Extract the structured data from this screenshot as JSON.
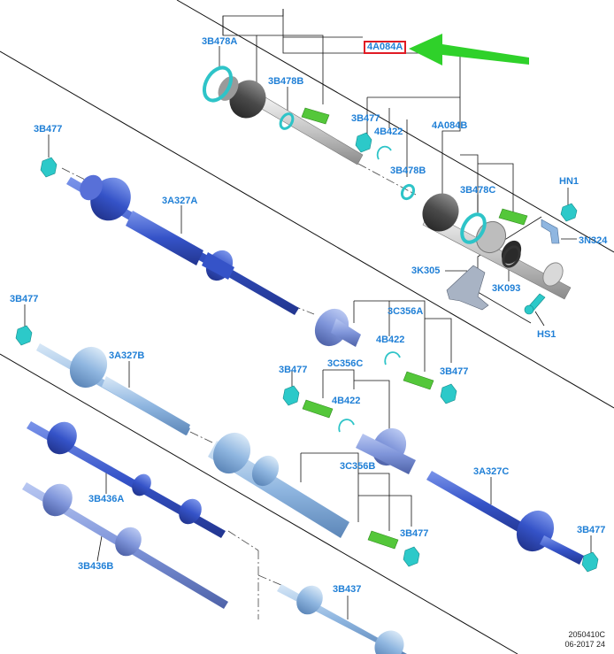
{
  "labels": {
    "l_3B478A": "3B478A",
    "l_4A084A": "4A084A",
    "l_3B478B_top": "3B478B",
    "l_3B477_top": "3B477",
    "l_4B422_top": "4B422",
    "l_4A084B": "4A084B",
    "l_3B478B_mid": "3B478B",
    "l_3B478C": "3B478C",
    "l_HN1": "HN1",
    "l_3N324": "3N324",
    "l_3K305": "3K305",
    "l_3K093": "3K093",
    "l_HS1": "HS1",
    "l_3B477_left1": "3B477",
    "l_3A327A": "3A327A",
    "l_3B477_left2": "3B477",
    "l_3A327B": "3A327B",
    "l_3C356A": "3C356A",
    "l_4B422_mid": "4B422",
    "l_3B477_midright": "3B477",
    "l_3B477_center": "3B477",
    "l_3C356C": "3C356C",
    "l_4B422_low": "4B422",
    "l_3C356B": "3C356B",
    "l_3A327C": "3A327C",
    "l_3B436A": "3B436A",
    "l_3B477_bottom": "3B477",
    "l_3B477_right": "3B477",
    "l_3B436B": "3B436B",
    "l_3B437": "3B437"
  },
  "footer": {
    "code": "2050410C",
    "date": "06-2017 24"
  },
  "colors": {
    "label": "#1f7fd6",
    "highlight_box": "#e01b24",
    "arrow": "#2fd12a",
    "shaft_dark": "#3553c8",
    "shaft_light": "#8fb6e0",
    "shaft_grey": "#bdbdbd",
    "clamp_green": "#54c73a",
    "ring_teal": "#2ec4c8",
    "nut_teal": "#2cc9c9"
  }
}
